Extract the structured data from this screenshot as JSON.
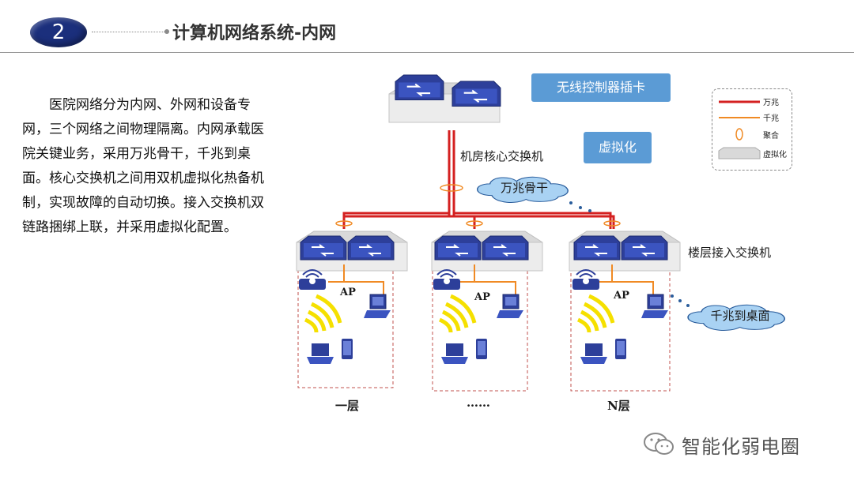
{
  "header": {
    "number": "2",
    "title": "计算机网络系统-内网"
  },
  "body_text": "医院网络分为内网、外网和设备专网，三个网络之间物理隔离。内网承载医院关键业务，采用万兆骨干，千兆到桌面。核心交换机之间用双机虚拟化热备机制，实现故障的自动切换。接入交换机双链路捆绑上联，并采用虚拟化配置。",
  "diagram": {
    "callouts": {
      "wireless_card": "无线控制器插卡",
      "virtualization": "虚拟化"
    },
    "labels": {
      "core_switch": "机房核心交换机",
      "access_switch": "楼层接入交换机",
      "backbone_cloud": "万兆骨干",
      "desktop_cloud": "千兆到桌面",
      "ap": "AP",
      "floor_1": "一层",
      "floor_mid": "……",
      "floor_n": "N层"
    },
    "legend": [
      {
        "text": "万兆",
        "symbol": "red-line"
      },
      {
        "text": "千兆",
        "symbol": "orange-line"
      },
      {
        "text": "聚合",
        "symbol": "ellipse"
      },
      {
        "text": "虚拟化",
        "symbol": "chassis"
      }
    ],
    "colors": {
      "ten_gig": "#d42020",
      "gig": "#f08a24",
      "callout": "#5b9bd5",
      "switch_face": "#2d3f9a"
    }
  },
  "watermark": {
    "text": "智能化弱电圈",
    "icon": "wechat-icon"
  }
}
